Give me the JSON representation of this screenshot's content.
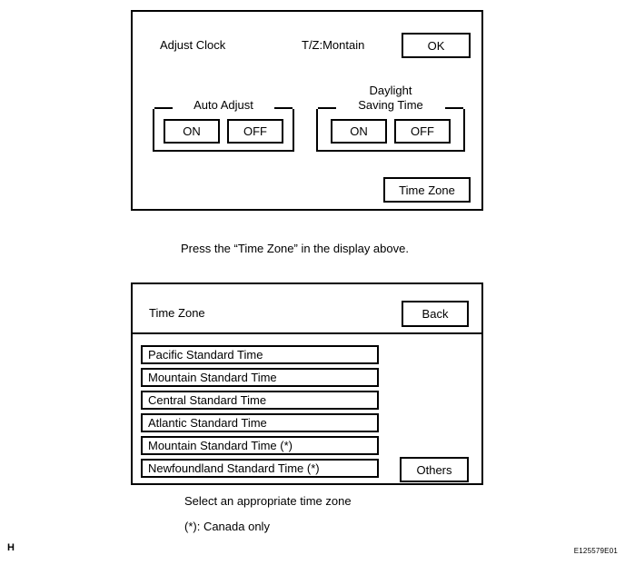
{
  "clock_screen": {
    "title": "Adjust Clock",
    "timezone_value": "T/Z:Montain",
    "ok_label": "OK",
    "time_zone_label": "Time Zone",
    "auto_adjust": {
      "legend": "Auto Adjust",
      "on_label": "ON",
      "off_label": "OFF"
    },
    "daylight_saving": {
      "legend_line1": "Daylight",
      "legend_line2": "Saving Time",
      "on_label": "ON",
      "off_label": "OFF"
    }
  },
  "instruction": "Press the “Time Zone” in the display above.",
  "timezone_screen": {
    "title": "Time Zone",
    "back_label": "Back",
    "others_label": "Others",
    "items": [
      "Pacific Standard Time",
      "Mountain Standard Time",
      "Central Standard Time",
      "Atlantic Standard Time",
      "Mountain Standard Time (*)",
      "Newfoundland Standard Time (*)"
    ]
  },
  "select_caption": "Select an appropriate time zone",
  "footnote": "(*): Canada only",
  "corner_letter": "H",
  "figure_id": "E125579E01"
}
